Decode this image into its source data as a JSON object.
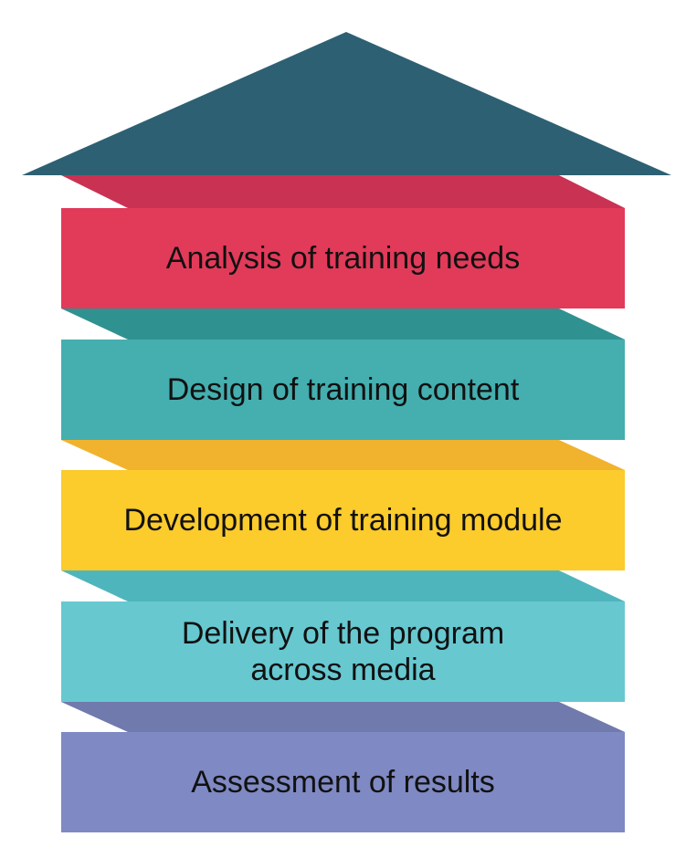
{
  "stages": [
    {
      "label": "Analysis of training needs",
      "color": "#e23a59",
      "top_color": "#c93253"
    },
    {
      "label": "Design of training content",
      "color": "#45aeaf",
      "top_color": "#2f9291"
    },
    {
      "label": "Development of training module",
      "color": "#fccb2c",
      "top_color": "#f1b32e"
    },
    {
      "label": "Delivery of the program\nacross media",
      "color": "#67c8d0",
      "top_color": "#4fb5bc"
    },
    {
      "label": "Assessment of results",
      "color": "#7f89c3",
      "top_color": "#707aac"
    }
  ],
  "roof_color": "#2d6072"
}
